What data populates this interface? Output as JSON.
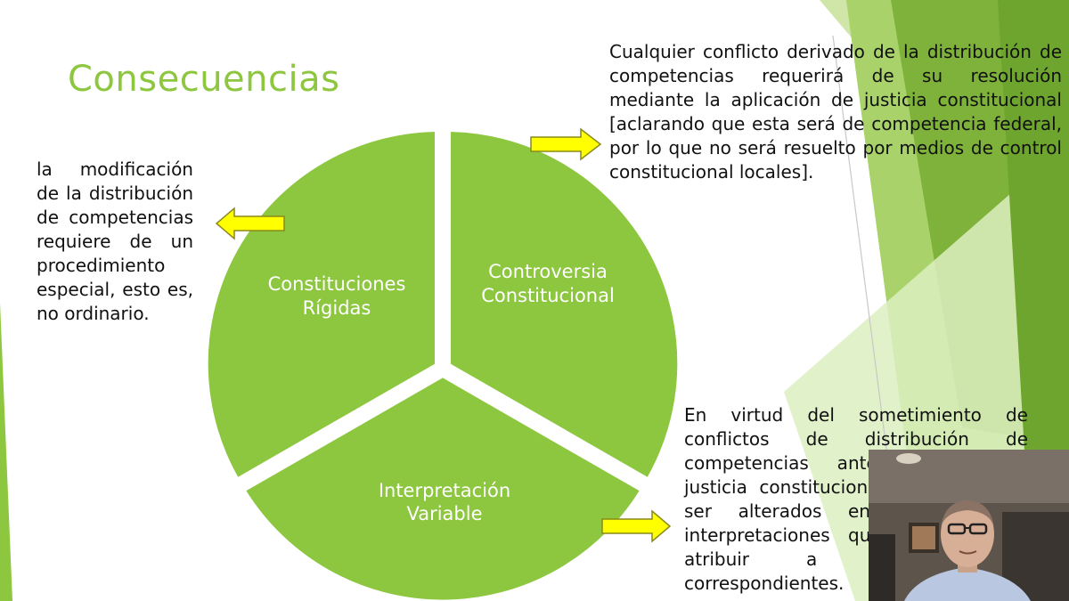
{
  "slide": {
    "title": "Consecuencias",
    "notes": {
      "left": "la modificación de la distribución de competencias requiere de un procedimiento especial, esto es, no ordinario.",
      "top_right": "Cualquier conflicto derivado de la distribución de competencias requerirá de su resolución mediante la aplicación de justicia constitucional [aclarando que esta será de competencia federal, por lo que no será resuelto por medios de control constitucional locales].",
      "bottom_right": "En virtud del sometimiento de conflictos de distribución de competencias ante órganos de justicia constitucional, estos pueden ser alterados en base a las interpretaciones que se hagan al atribuir a los órganos correspondientes."
    },
    "cycle": {
      "segments": [
        {
          "line1": "Constituciones",
          "line2": "Rígidas"
        },
        {
          "line1": "Controversia",
          "line2": "Constitucional"
        },
        {
          "line1": "Interpretación",
          "line2": "Variable"
        }
      ]
    },
    "colors": {
      "accent": "#8dc63f",
      "accent_light": "#b7dc7a",
      "arrow_fill": "#ffff00",
      "text": "#111111"
    }
  },
  "webcam": {
    "description_icon": "presenter-webcam"
  }
}
